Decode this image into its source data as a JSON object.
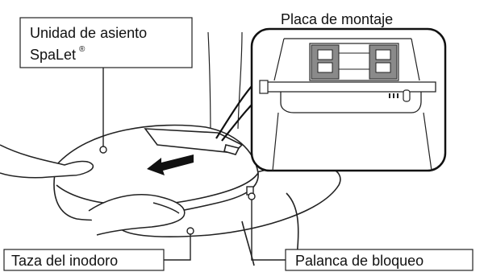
{
  "labels": {
    "seat_unit_line1": "Unidad de asiento",
    "seat_unit_line2": "SpaLet",
    "seat_unit_mark": "®",
    "mounting_plate": "Placa de montaje",
    "toilet_bowl": "Taza del inodoro",
    "lock_lever": "Palanca de bloqueo"
  }
}
